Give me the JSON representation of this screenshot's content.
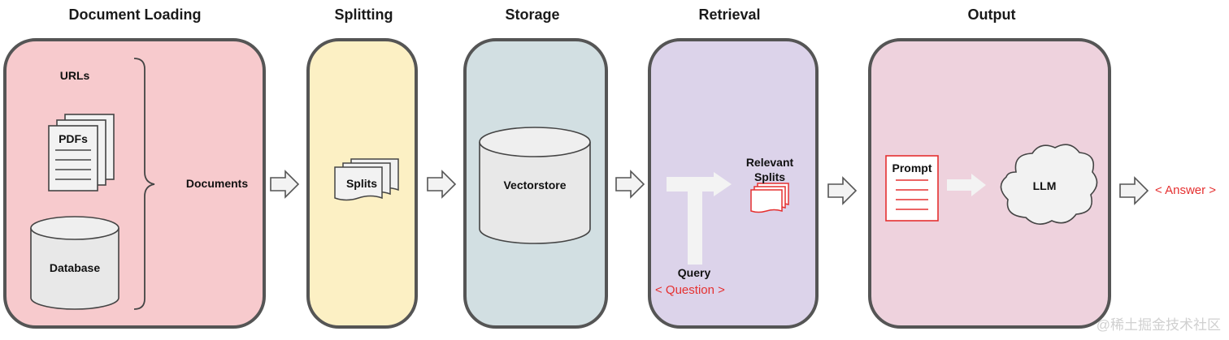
{
  "stages": {
    "loading": "Document Loading",
    "splitting": "Splitting",
    "storage": "Storage",
    "retrieval": "Retrieval",
    "output": "Output"
  },
  "loading": {
    "urls": "URLs",
    "pdfs": "PDFs",
    "database": "Database",
    "documents": "Documents"
  },
  "splitting": {
    "splits": "Splits"
  },
  "storage": {
    "vectorstore": "Vectorstore"
  },
  "retrieval": {
    "relevant_splits": "Relevant\nSplits",
    "query": "Query",
    "question": "< Question >"
  },
  "output": {
    "prompt": "Prompt",
    "llm": "LLM",
    "answer": "< Answer >"
  },
  "watermark": "@稀土掘金技术社区",
  "colors": {
    "loading_bg": "#f7cacd",
    "splitting_bg": "#fcf0c4",
    "storage_bg": "#d2dfe2",
    "retrieval_bg": "#dcd3ea",
    "output_bg": "#eed2dd",
    "border": "#555555",
    "accent_red": "#e53030"
  }
}
